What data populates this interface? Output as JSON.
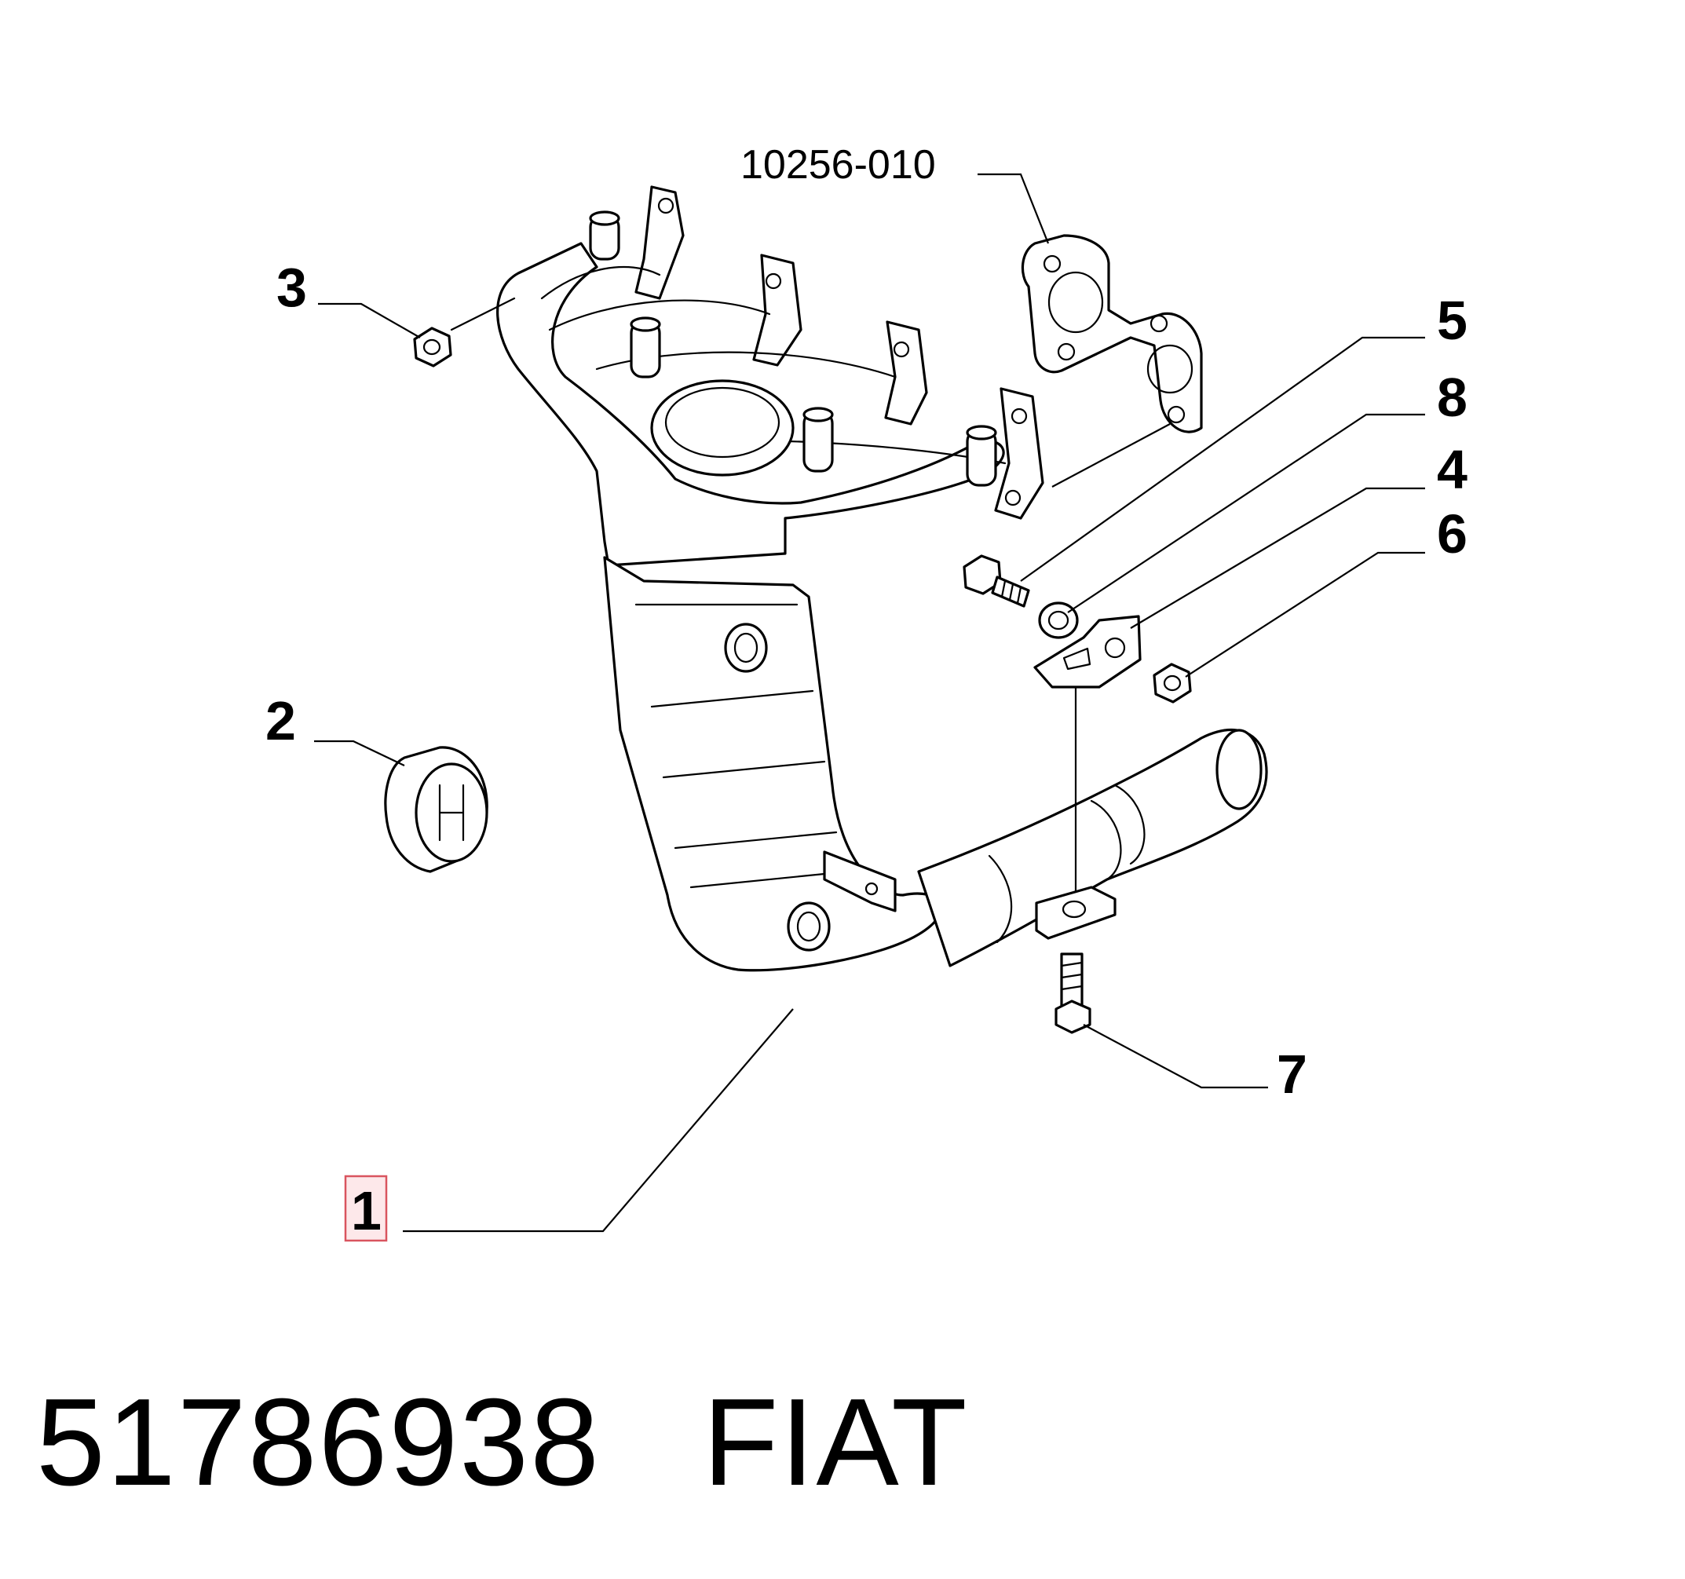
{
  "diagram": {
    "reference_label": "10256-010",
    "callouts": [
      {
        "id": "callout-1",
        "label": "1",
        "highlighted": true
      },
      {
        "id": "callout-2",
        "label": "2"
      },
      {
        "id": "callout-3",
        "label": "3"
      },
      {
        "id": "callout-4",
        "label": "4"
      },
      {
        "id": "callout-5",
        "label": "5"
      },
      {
        "id": "callout-6",
        "label": "6"
      },
      {
        "id": "callout-7",
        "label": "7"
      },
      {
        "id": "callout-8",
        "label": "8"
      }
    ],
    "colors": {
      "line": "#000000",
      "background": "#ffffff",
      "highlight_border": "#d9545f",
      "highlight_fill": "#fde8ea"
    }
  },
  "footer": {
    "part_number": "51786938",
    "brand": "FIAT"
  }
}
